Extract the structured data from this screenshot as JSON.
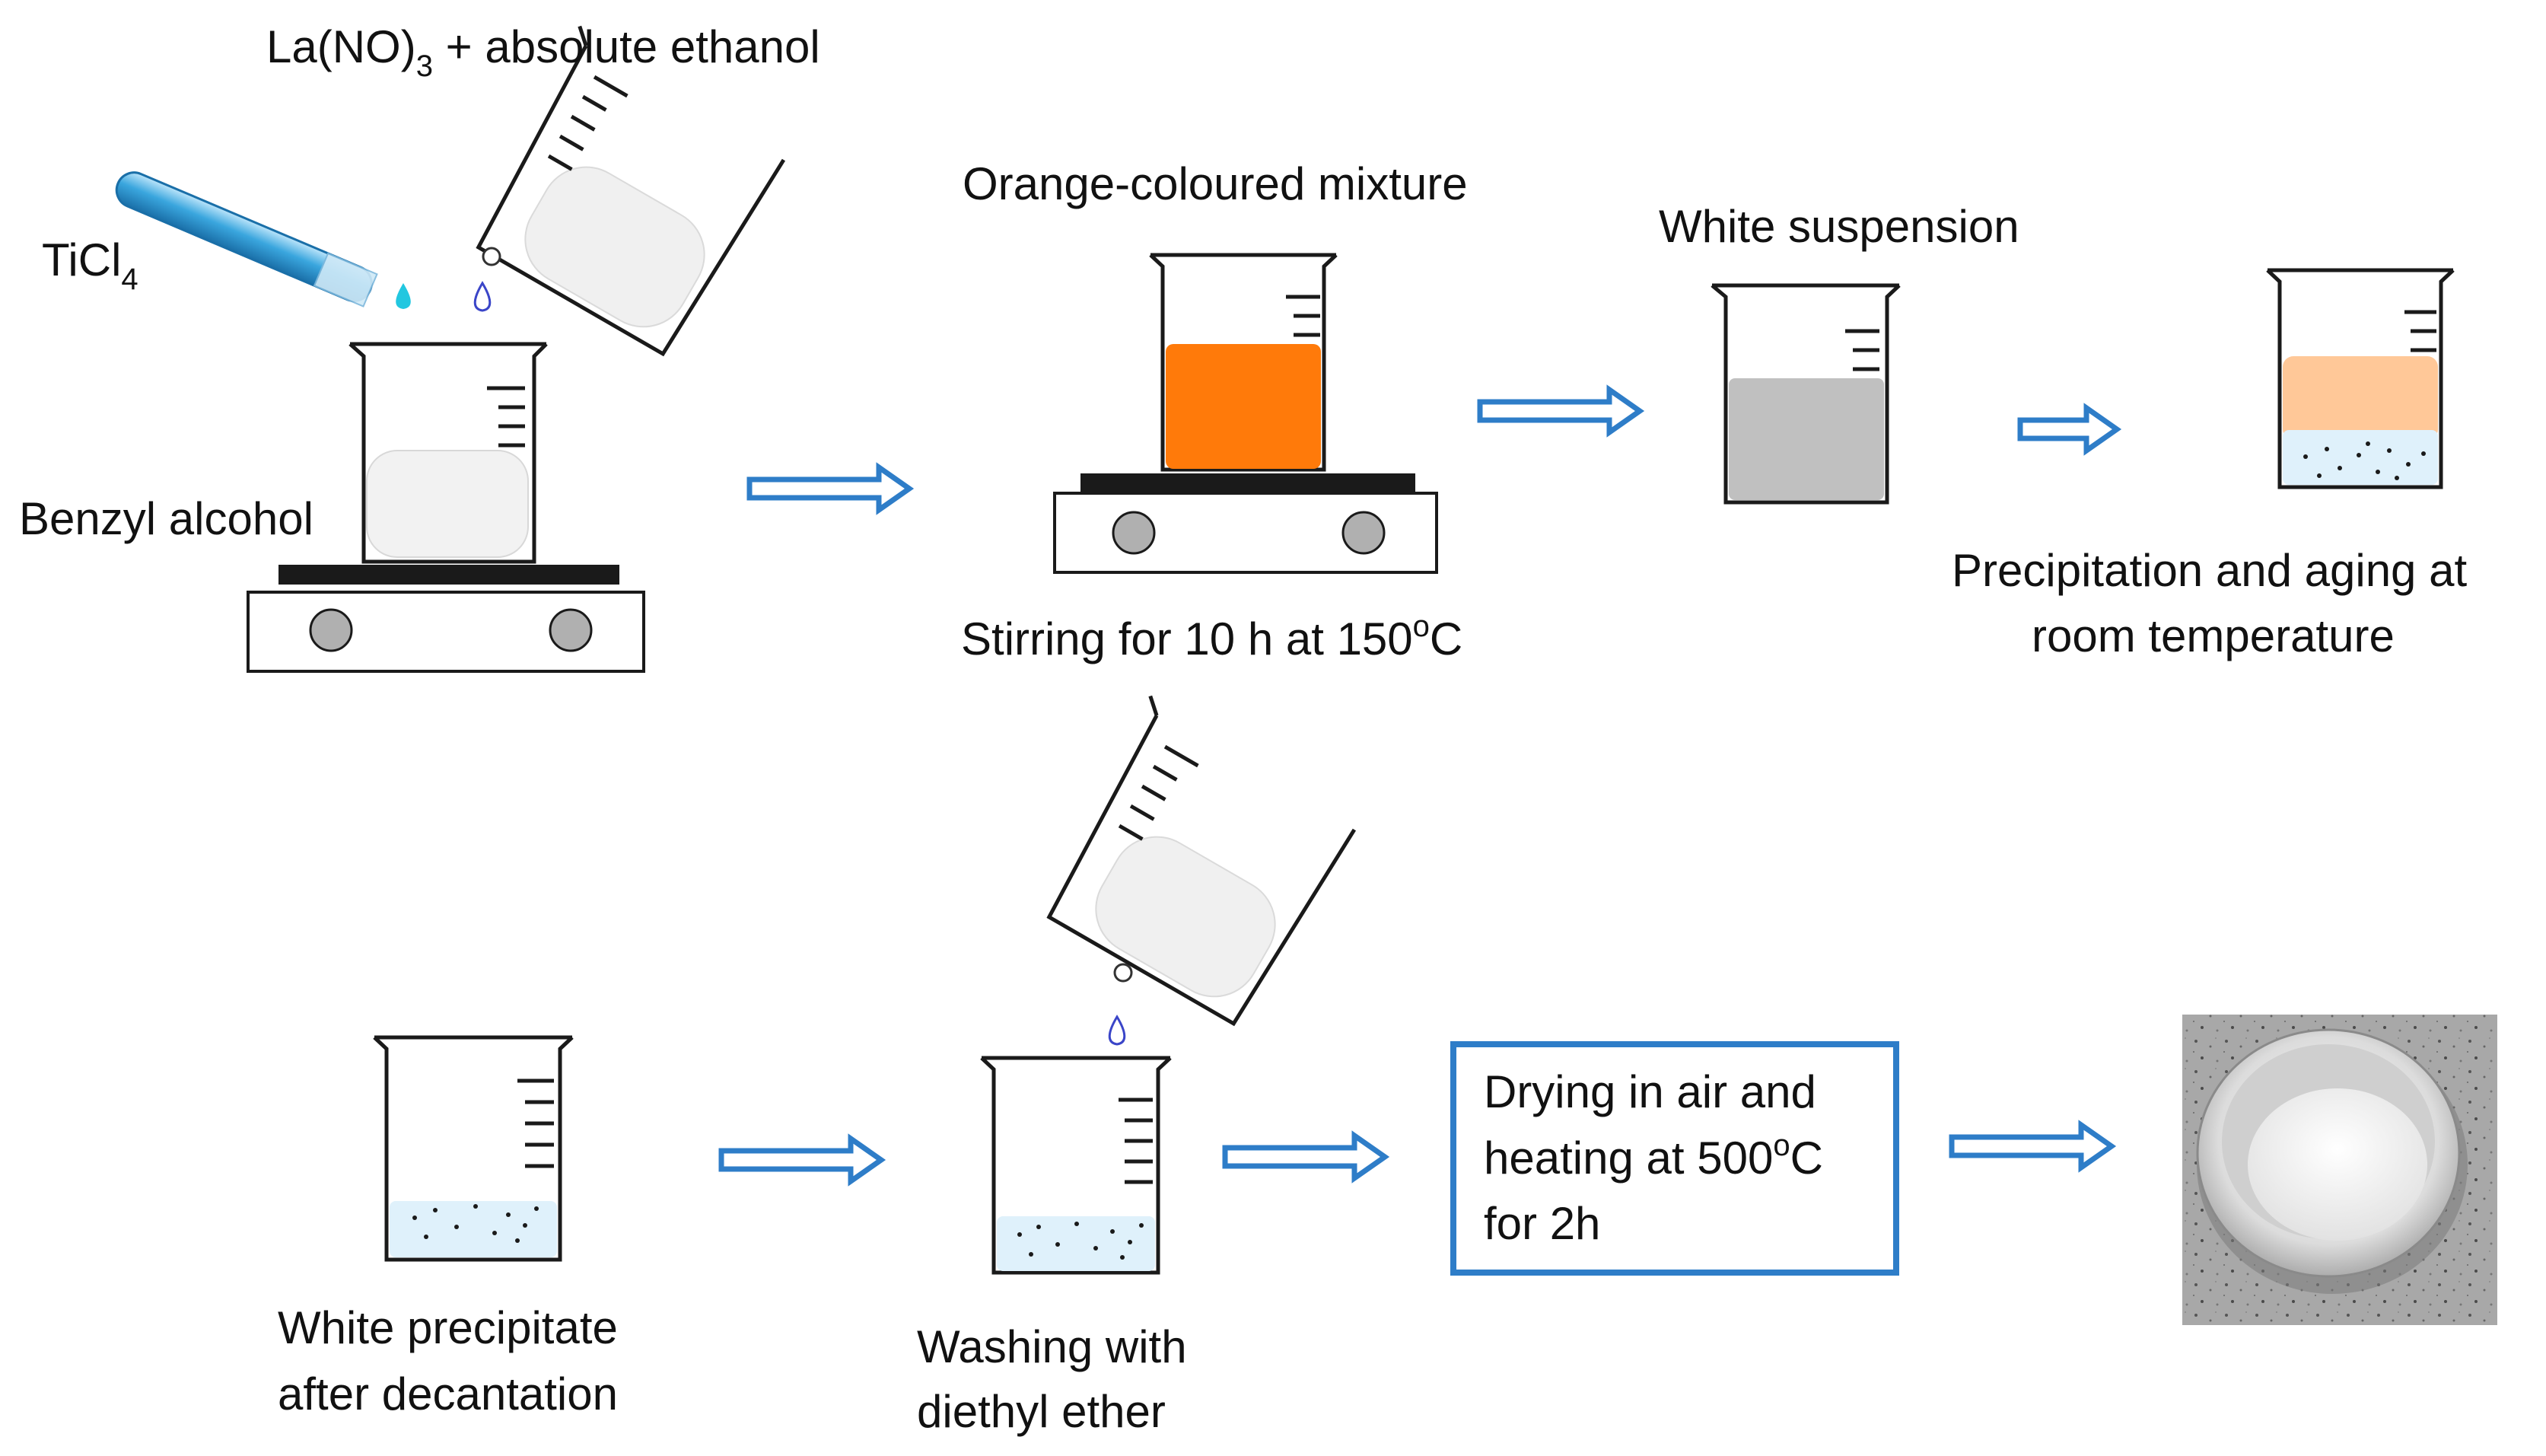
{
  "labels": {
    "la_no3_prefix": "La(NO)",
    "la_no3_subscript": "3",
    "la_no3_suffix": " + absolute ethanol",
    "ticl4_prefix": "TiCl",
    "ticl4_subscript": "4",
    "benzyl_alcohol": "Benzyl alcohol",
    "orange_mixture": "Orange-coloured mixture",
    "stirring_prefix": "Stirring for 10 h at 150",
    "stirring_sup": "o",
    "stirring_suffix": "C",
    "white_suspension": "White suspension",
    "precipitation_line1": "Precipitation and aging at",
    "precipitation_line2": "room temperature",
    "white_precipitate_line1": "White precipitate",
    "white_precipitate_line2": "after decantation",
    "washing_line1": "Washing with",
    "washing_line2": "diethyl ether",
    "drying_line1": "Drying in air and",
    "drying_line2_prefix": "heating at 500",
    "drying_line2_sup": "o",
    "drying_line2_suffix": "C",
    "drying_line3": "for 2h"
  },
  "colors": {
    "arrow": "#2e7dc8",
    "orange_mixture": "#ff7a0a",
    "white_suspension": "#c0c0c0",
    "aging_supernatant": "#ffc898",
    "precipitate_liquid": "#dff1fb",
    "test_tube": "#3aa6de",
    "cyan_drop": "#22c7e0",
    "blue_drop": "#3a45c8",
    "box_border": "#2e7dc8",
    "hotplate_top": "#1a1a1a",
    "knob": "#b0b0b0"
  },
  "icons": {
    "beaker": "beaker-icon",
    "hotplate": "hotplate-icon",
    "test_tube": "test-tube-icon",
    "arrow": "right-arrow-icon",
    "bowl": "powder-bowl-photo"
  }
}
